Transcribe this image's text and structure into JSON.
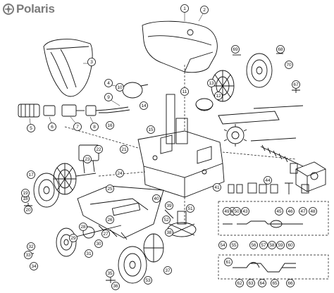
{
  "brand": {
    "name": "Polaris",
    "accent_color": "#7a7a7a",
    "icon": "polaris-logo-icon"
  },
  "callouts": [
    "1",
    "2",
    "3",
    "4",
    "5",
    "6",
    "7",
    "8",
    "9",
    "10",
    "11",
    "12",
    "13",
    "14",
    "15",
    "16",
    "17",
    "18",
    "19",
    "20",
    "21",
    "22",
    "23",
    "24",
    "25",
    "26",
    "27",
    "28",
    "29",
    "30",
    "31",
    "32",
    "33",
    "34",
    "35",
    "36",
    "37",
    "38",
    "39",
    "40",
    "41",
    "42",
    "43",
    "44",
    "45",
    "46",
    "47",
    "48",
    "49",
    "50",
    "51",
    "52",
    "53",
    "54",
    "55",
    "56",
    "57",
    "58",
    "59",
    "60",
    "61",
    "62",
    "63",
    "64",
    "65",
    "66",
    "67",
    "68",
    "69",
    "70"
  ]
}
